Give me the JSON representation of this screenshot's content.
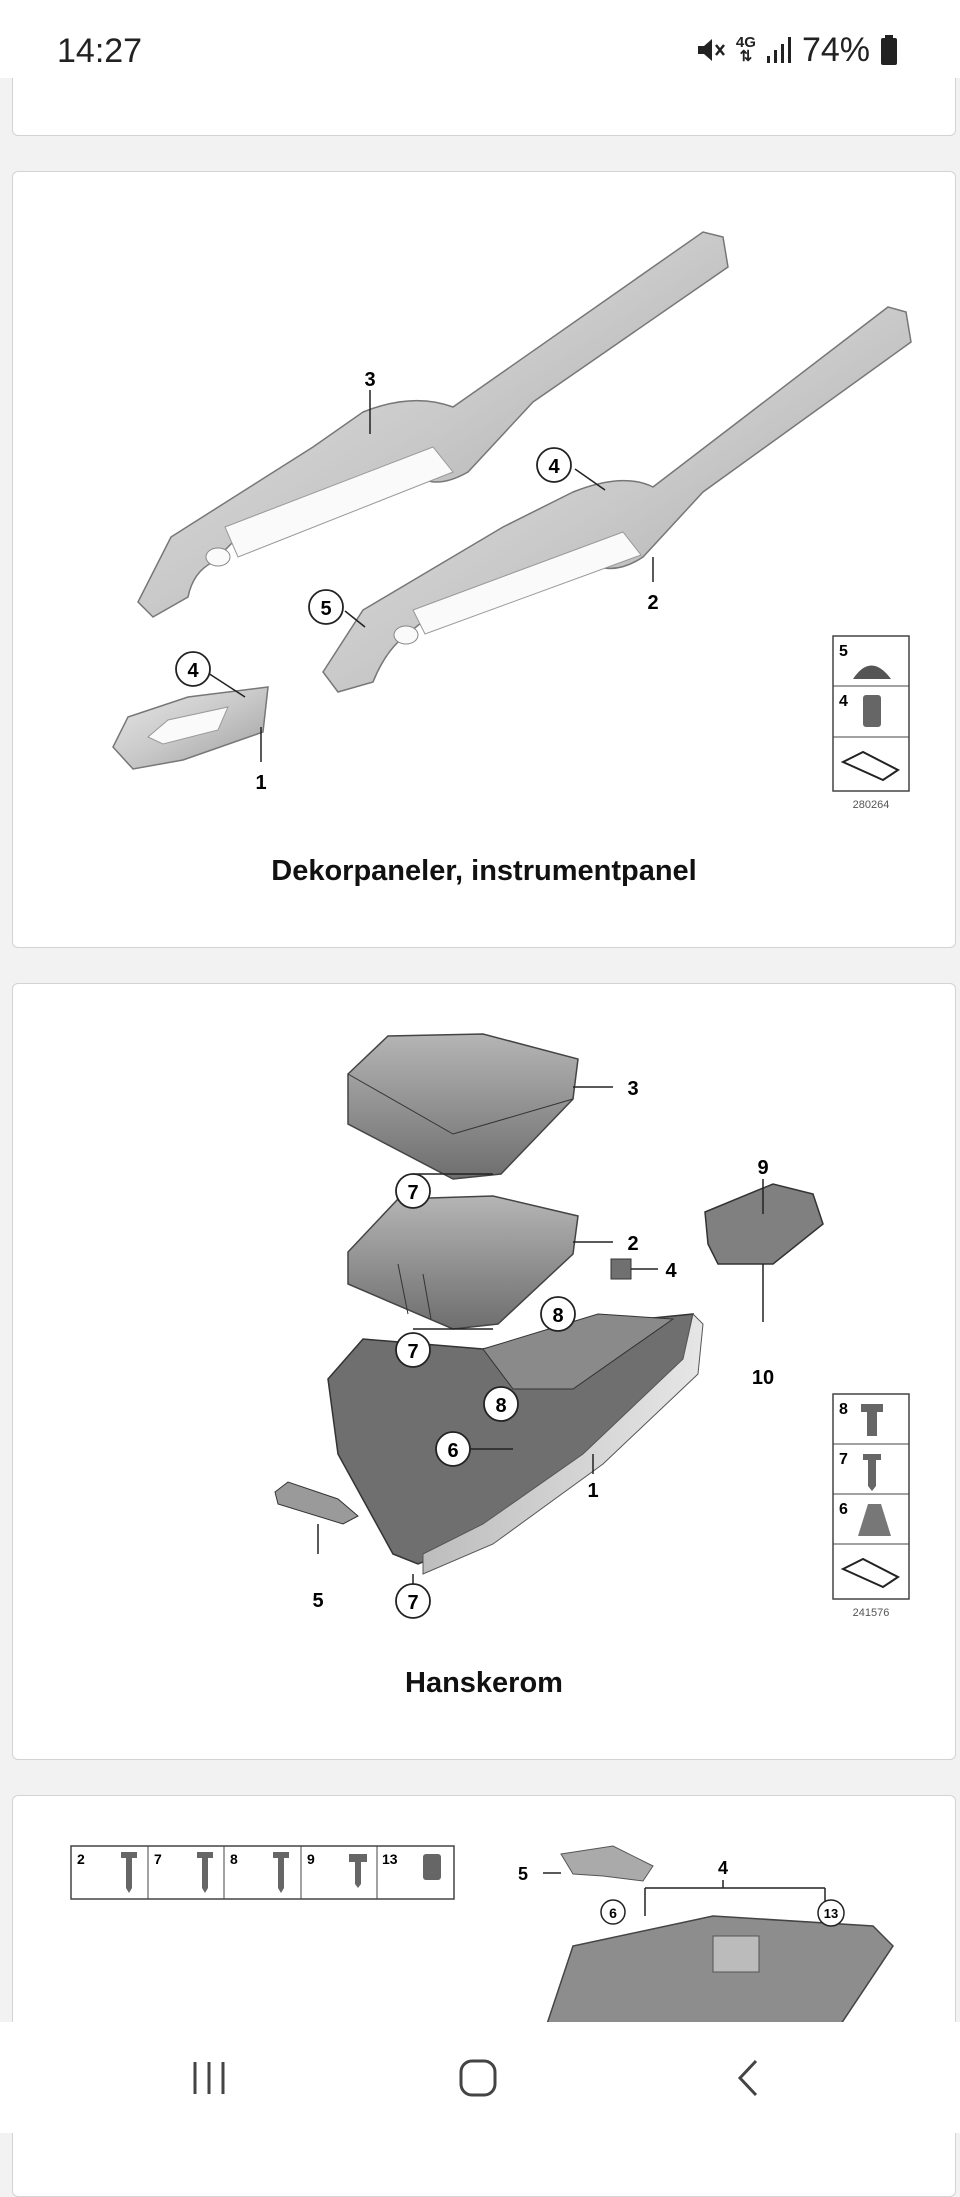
{
  "status_bar": {
    "time": "14:27",
    "network": "4G",
    "battery": "74%",
    "icons": [
      "mute-icon",
      "network-4g-icon",
      "signal-icon",
      "battery-icon"
    ]
  },
  "cards": [
    {
      "caption": "Dekorpaneler, instrumentpanel",
      "diagram_code": "280264",
      "callouts": [
        "3",
        "4",
        "5",
        "4",
        "2",
        "1"
      ],
      "legend_items": [
        "5",
        "4"
      ]
    },
    {
      "caption": "Hanskerom",
      "diagram_code": "241576",
      "callouts": [
        "3",
        "7",
        "2",
        "8",
        "4",
        "7",
        "8",
        "6",
        "1",
        "5",
        "7",
        "9",
        "10"
      ],
      "legend_items": [
        "8",
        "7",
        "6"
      ]
    },
    {
      "caption": "",
      "parts_strip": [
        "2",
        "7",
        "8",
        "9",
        "13"
      ],
      "callouts": [
        "4",
        "5",
        "6",
        "13"
      ]
    }
  ],
  "nav_bar": {
    "icons": [
      "recent-apps-icon",
      "home-icon",
      "back-icon"
    ]
  }
}
